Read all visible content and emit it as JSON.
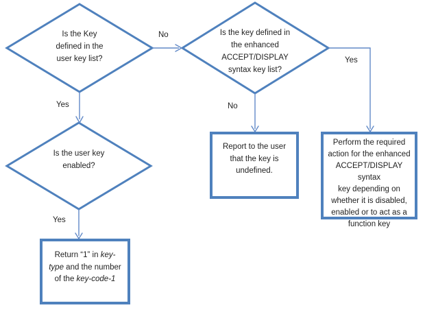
{
  "diagram": {
    "colors": {
      "shape_border": "#4f81bd",
      "connector": "#6189c7",
      "text": "#1f1f1f",
      "background": "#ffffff"
    },
    "nodes": {
      "decision_1": {
        "type": "decision",
        "text": "Is the Key\ndefined in the\nuser key list?"
      },
      "decision_2": {
        "type": "decision",
        "text": "Is the key defined in\nthe enhanced\nACCEPT/DISPLAY\nsyntax key list?"
      },
      "decision_3": {
        "type": "decision",
        "text": "Is the user key\nenabled?"
      },
      "process_return": {
        "type": "process",
        "segments": [
          {
            "t": "Return “1” in "
          },
          {
            "t": "key-",
            "i": true
          },
          {
            "t": "\n"
          },
          {
            "t": "type",
            "i": true
          },
          {
            "t": " and the number\nof the "
          },
          {
            "t": "key-code-1",
            "i": true
          }
        ]
      },
      "process_report": {
        "type": "process",
        "text": "Report to the user\nthat the key is\nundefined."
      },
      "process_perform": {
        "type": "process",
        "text": "Perform the required\naction for the enhanced\nACCEPT/DISPLAY syntax\nkey depending on\nwhether it is disabled,\nenabled or to act as a\nfunction key"
      }
    },
    "edges": [
      {
        "from": "decision_1",
        "to": "decision_2",
        "label": "No"
      },
      {
        "from": "decision_1",
        "to": "decision_3",
        "label": "Yes"
      },
      {
        "from": "decision_2",
        "to": "process_report",
        "label": "No"
      },
      {
        "from": "decision_2",
        "to": "process_perform",
        "label": "Yes"
      },
      {
        "from": "decision_3",
        "to": "process_return",
        "label": "Yes"
      }
    ]
  }
}
